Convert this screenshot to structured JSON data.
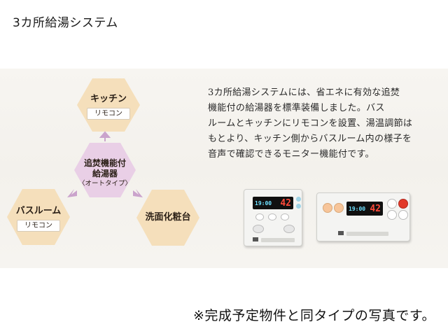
{
  "page": {
    "title": "3カ所給湯システム",
    "caption": "※完成予定物件と同タイプの写真です。"
  },
  "diagram": {
    "kitchen": {
      "title": "キッチン",
      "sub": "リモコン"
    },
    "bath": {
      "title": "バスルーム",
      "sub": "リモコン"
    },
    "washroom": {
      "title": "洗面化粧台"
    },
    "center": {
      "line1": "追焚機能付",
      "line2": "給湯器",
      "line3": "〈オートタイプ〉"
    }
  },
  "description": {
    "lines": [
      "3カ所給湯システムには、省エネに有効な追焚",
      "機能付の給湯器を標準装備しました。バス",
      "ルームとキッチンにリモコンを設置、湯温調節は",
      "もとより、キッチン側からバスルーム内の様子を",
      "音声で確認できるモニター機能付です。"
    ]
  },
  "remotes": [
    {
      "time": "19:00",
      "temp": "42"
    },
    {
      "time": "19:00",
      "temp": "42"
    }
  ],
  "colors": {
    "hex_fill": "#f5dfbb",
    "center_fill": "#e9cfe6",
    "arrow": "#caa3cc",
    "lcd_time": "#6ee0ff",
    "lcd_temp": "#ff4a3a"
  }
}
